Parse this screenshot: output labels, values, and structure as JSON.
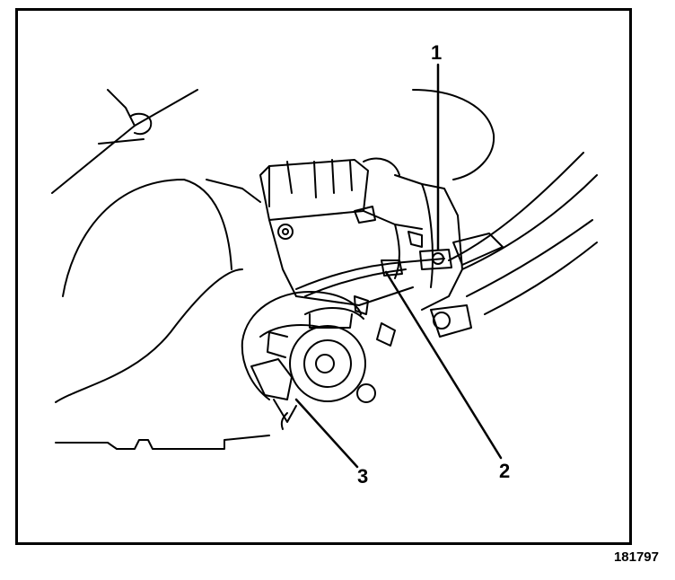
{
  "callouts": {
    "c1": "1",
    "c2": "2",
    "c3": "3"
  },
  "figure_id": "181797",
  "colors": {
    "line": "#000000",
    "background": "#ffffff"
  }
}
